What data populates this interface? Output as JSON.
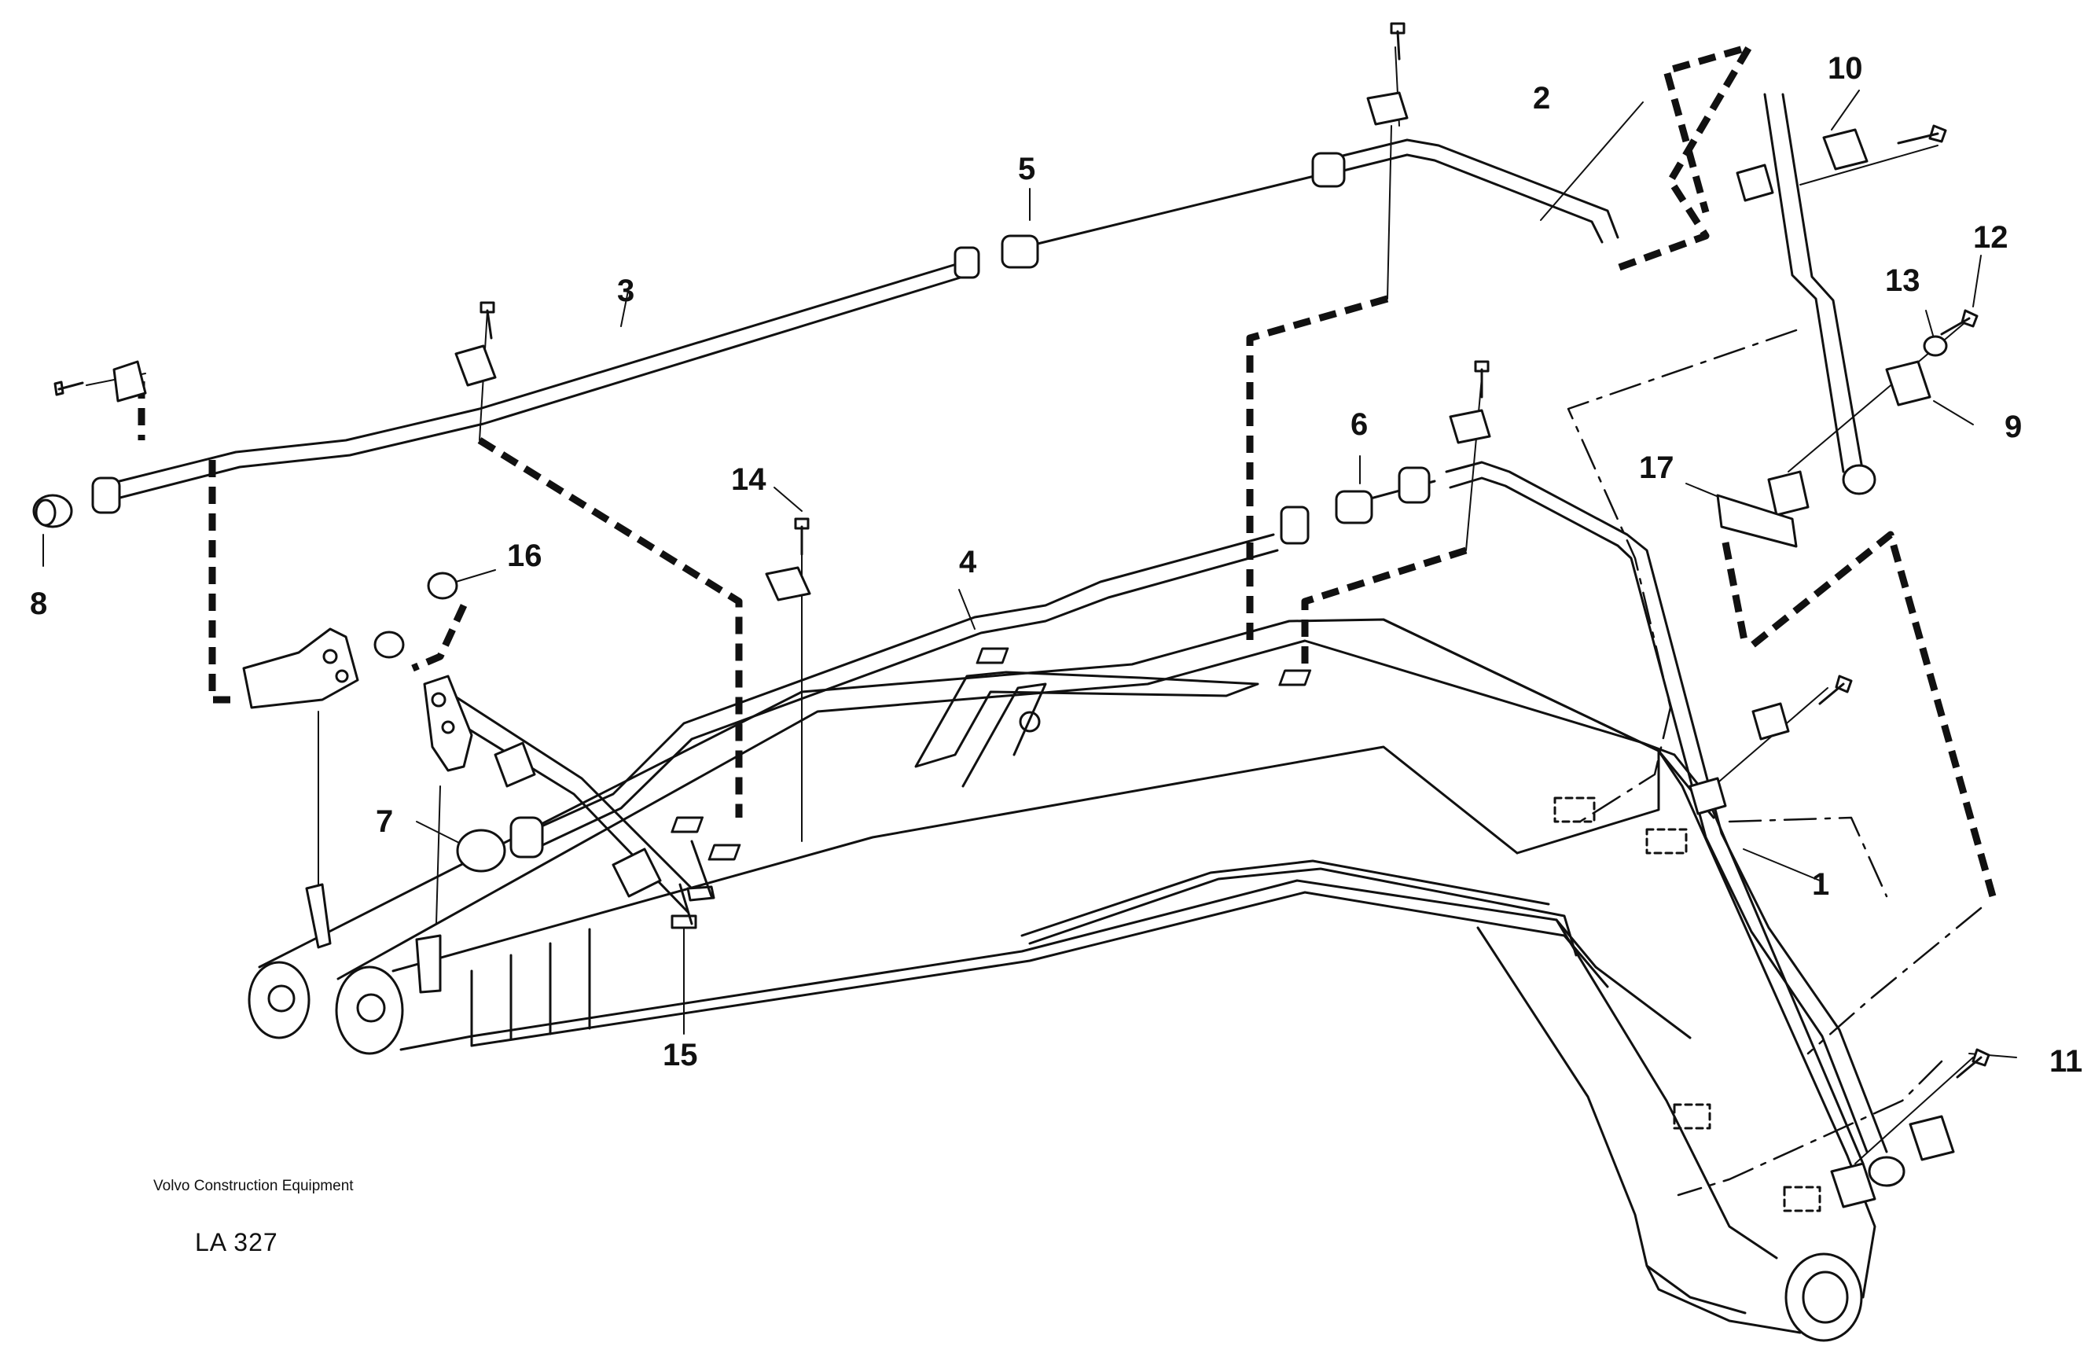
{
  "caption": {
    "company": "Volvo Construction Equipment",
    "code": "LA 327"
  },
  "callouts": [
    {
      "id": "1",
      "text": "1"
    },
    {
      "id": "2",
      "text": "2"
    },
    {
      "id": "3",
      "text": "3"
    },
    {
      "id": "4",
      "text": "4"
    },
    {
      "id": "5",
      "text": "5"
    },
    {
      "id": "6",
      "text": "6"
    },
    {
      "id": "7",
      "text": "7"
    },
    {
      "id": "8",
      "text": "8"
    },
    {
      "id": "9",
      "text": "9"
    },
    {
      "id": "10",
      "text": "10"
    },
    {
      "id": "11",
      "text": "11"
    },
    {
      "id": "12",
      "text": "12"
    },
    {
      "id": "13",
      "text": "13"
    },
    {
      "id": "14",
      "text": "14"
    },
    {
      "id": "15",
      "text": "15"
    },
    {
      "id": "16",
      "text": "16"
    },
    {
      "id": "17",
      "text": "17"
    }
  ]
}
